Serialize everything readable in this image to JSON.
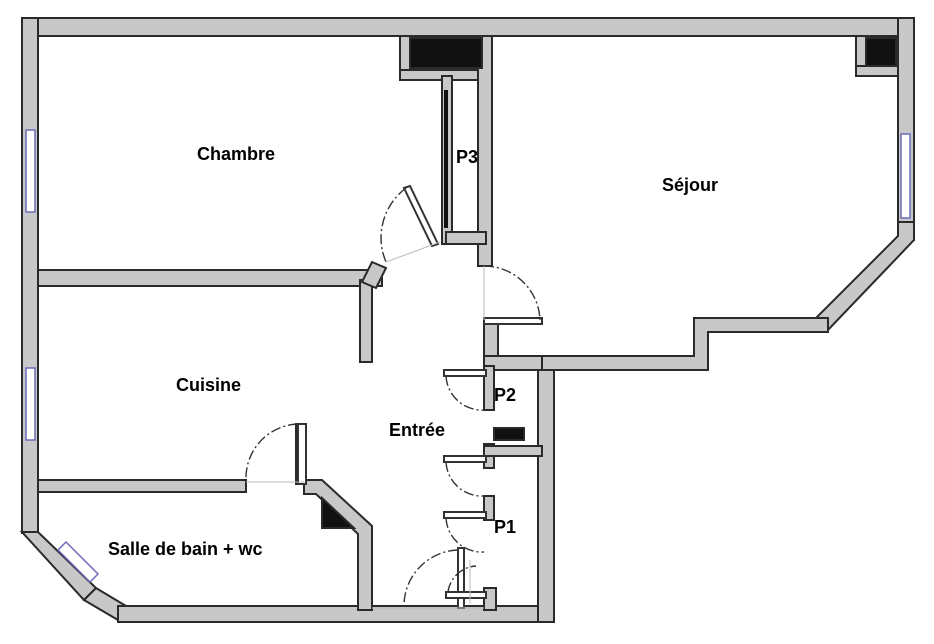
{
  "rooms": {
    "chambre": "Chambre",
    "sejour": "Séjour",
    "cuisine": "Cuisine",
    "entree": "Entrée",
    "salle_de_bain": "Salle de bain + wc"
  },
  "closets": {
    "p1": "P1",
    "p2": "P2",
    "p3": "P3"
  },
  "colors": {
    "wall_fill": "#c8c8c8",
    "wall_outline": "#2a2a2a",
    "window": "#6a6ab8",
    "fixture": "#111111"
  }
}
